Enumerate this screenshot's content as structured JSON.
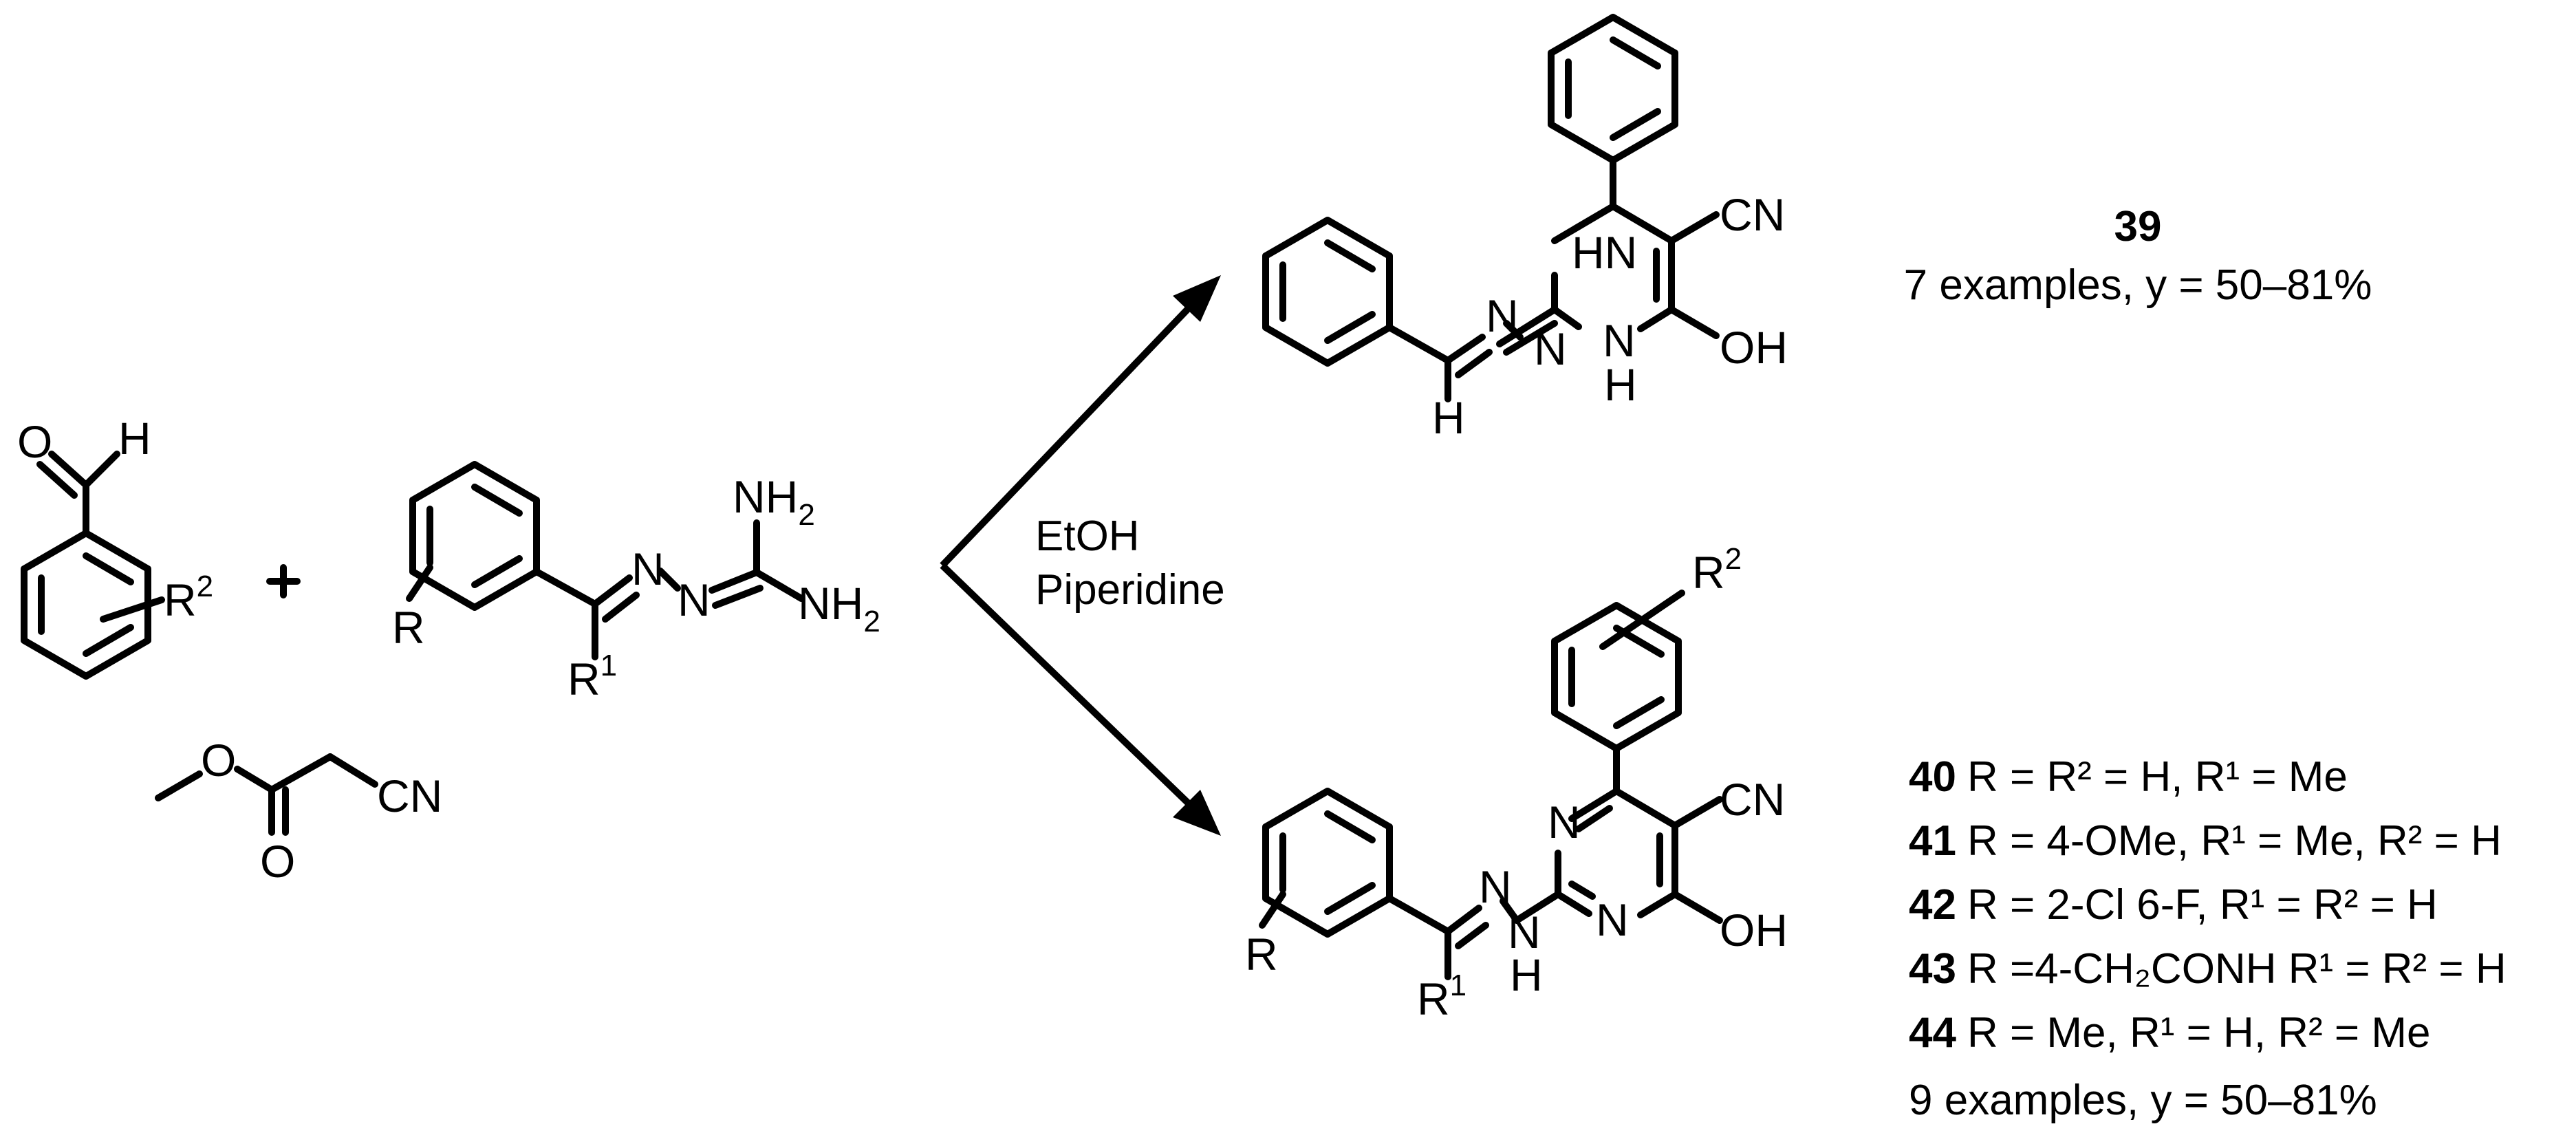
{
  "atoms": {
    "o": "O",
    "h": "H",
    "r": "R",
    "r1": "R",
    "r2": "R",
    "n": "N",
    "nh": "NH",
    "hn": "HN",
    "nh2": "NH",
    "cn": "CN",
    "oh": "OH",
    "sup1": "1",
    "sup2": "2",
    "sub2": "2"
  },
  "conditions": {
    "solvent": "EtOH",
    "base": "Piperidine"
  },
  "product_39": {
    "number": "39",
    "summary": "7 examples, y = 50–81%"
  },
  "product_series": {
    "entries": [
      {
        "number": "40",
        "text": "R = R² = H, R¹ =  Me"
      },
      {
        "number": "41",
        "text": "R = 4-OMe, R¹ = Me, R² = H"
      },
      {
        "number": "42",
        "text": "R = 2-Cl 6-F,  R¹ = R² = H"
      },
      {
        "number": "43",
        "text": "R =4-CH₂CONH R¹ = R² = H"
      },
      {
        "number": "44",
        "text": "R = Me, R¹ = H, R² = Me"
      }
    ],
    "summary": "9 examples, y = 50–81%"
  }
}
